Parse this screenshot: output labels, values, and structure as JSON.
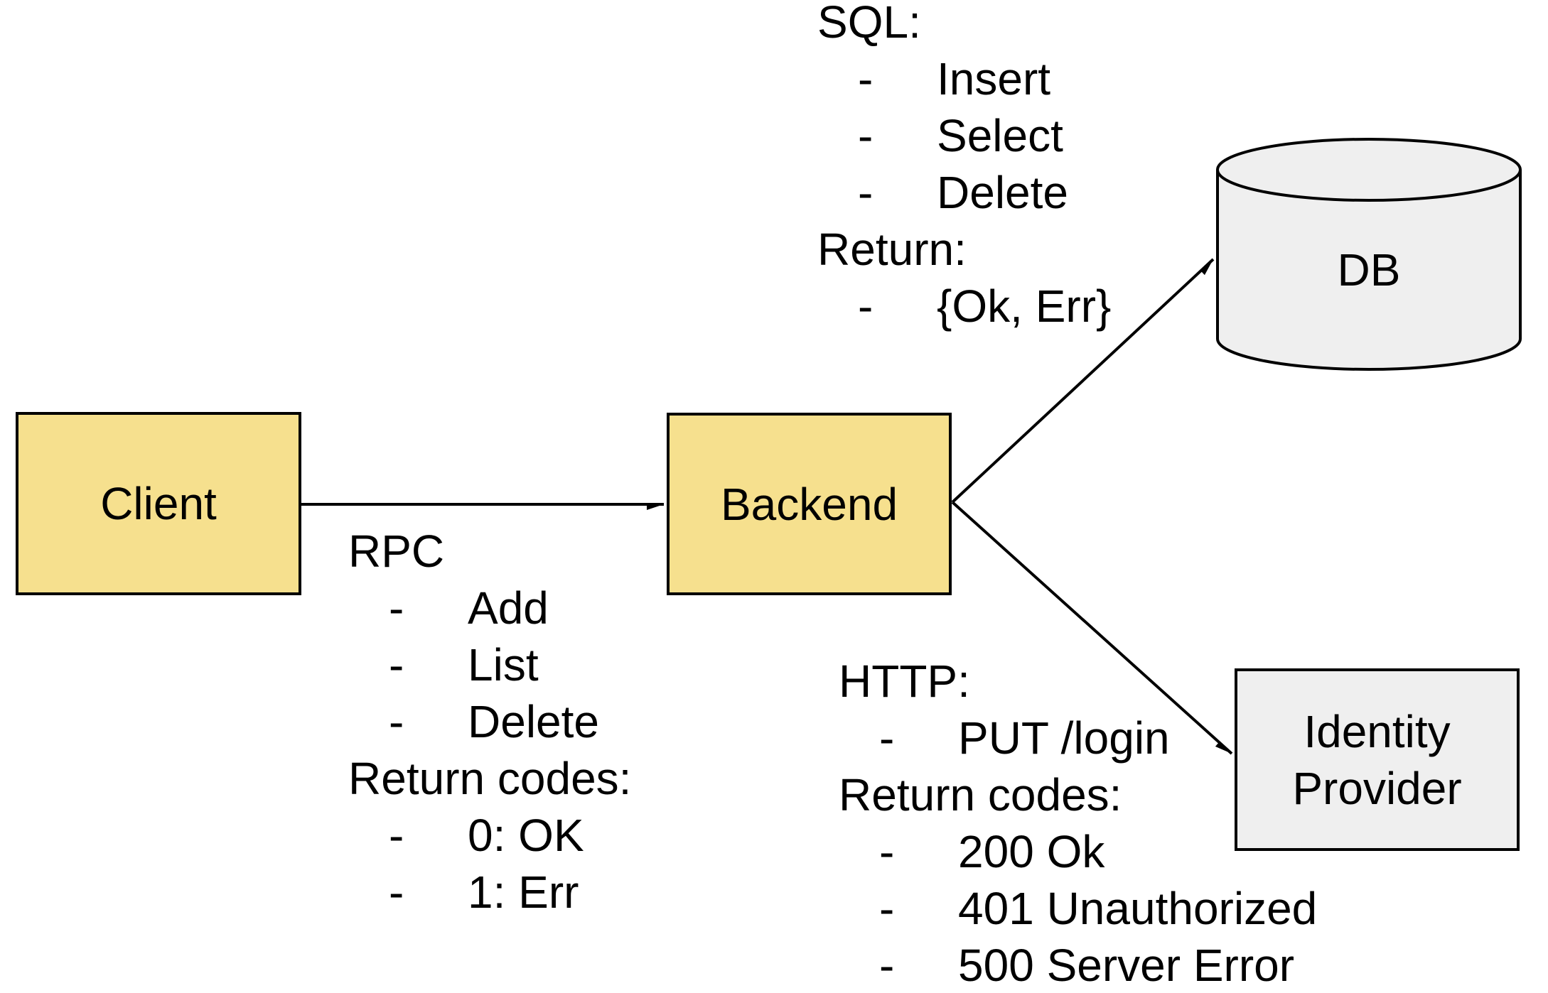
{
  "colors": {
    "background": "#ffffff",
    "ink": "#000000",
    "node_yellow": "#f6e08e",
    "node_gray": "#efefef"
  },
  "ui": {
    "dash": "-"
  },
  "nodes": {
    "client": {
      "label": "Client"
    },
    "backend": {
      "label": "Backend"
    },
    "db": {
      "label": "DB"
    },
    "identity_provider": {
      "label_line1": "Identity",
      "label_line2": "Provider"
    }
  },
  "annotations": {
    "rpc": {
      "title": "RPC",
      "items": [
        "Add",
        "List",
        "Delete"
      ],
      "subtitle": "Return codes:",
      "sub_items": [
        "0: OK",
        "1: Err"
      ]
    },
    "sql": {
      "title": "SQL:",
      "items": [
        "Insert",
        "Select",
        "Delete"
      ],
      "subtitle": "Return:",
      "sub_items": [
        "{Ok, Err}"
      ]
    },
    "http": {
      "title": "HTTP:",
      "items": [
        "PUT /login"
      ],
      "subtitle": "Return codes:",
      "sub_items": [
        "200 Ok",
        "401 Unauthorized",
        "500 Server Error"
      ]
    }
  },
  "edges": [
    {
      "from": "client",
      "to": "backend"
    },
    {
      "from": "backend",
      "to": "db"
    },
    {
      "from": "backend",
      "to": "identity_provider"
    }
  ]
}
